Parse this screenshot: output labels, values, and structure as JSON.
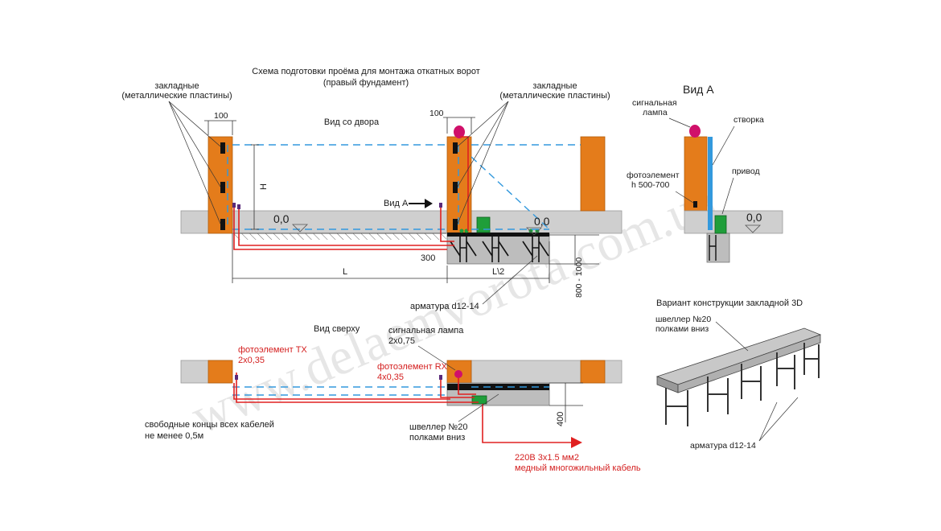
{
  "title_line1": "Схема подготовки проёма для монтажа откатных ворот",
  "title_line2": "(правый фундамент)",
  "view_yard": "Вид со двора",
  "view_top": "Вид сверху",
  "view_a": "Вид А",
  "view_a_arrow": "Вид А",
  "zakladnye_left_1": "закладные",
  "zakladnye_left_2": "(металлические пластины)",
  "zakladnye_right_1": "закладные",
  "zakladnye_right_2": "(металлические пластины)",
  "dim_100_left": "100",
  "dim_100_right": "100",
  "dim_h": "H",
  "level_left": "0,0",
  "level_mid": "0,0",
  "level_right": "0,0",
  "dim_300": "300",
  "dim_L": "L",
  "dim_L2": "L\\2",
  "dim_800_1000": "800 - 1000",
  "armatura_front": "арматура d12-14",
  "lamp_a_1": "сигнальная",
  "lamp_a_2": "лампа",
  "stvorka": "створка",
  "photo_a_1": "фотоэлемент",
  "photo_a_2": "h 500-700",
  "privod": "привод",
  "variant_title": "Вариант конструкции закладной 3D",
  "shveller_3d_1": "швеллер №20",
  "shveller_3d_2": "полками вниз",
  "armatura_3d": "арматура d12-14",
  "lamp_top_1": "сигнальная лампа",
  "lamp_top_2": "2х0,75",
  "photo_tx_1": "фотоэлемент TX",
  "photo_tx_2": "2х0,35",
  "photo_rx_1": "фотоэлемент RX",
  "photo_rx_2": "4х0,35",
  "free_ends_1": "свободные концы всех кабелей",
  "free_ends_2": "не менее 0,5м",
  "shveller_top_1": "швеллер №20",
  "shveller_top_2": "полками вниз",
  "dim_400": "400",
  "cable_1": "220В 3х1.5 мм2",
  "cable_2": "медный многожильный кабель",
  "watermark": "www.delaemvorota.com.ua",
  "colors": {
    "pillar": "#e47c1b",
    "ground": "#cfcfcf",
    "cable": "#e02020",
    "beam": "#3399dd",
    "drive": "#1f9e3a",
    "lamp": "#d0106a",
    "dark": "#1a1a1a"
  }
}
